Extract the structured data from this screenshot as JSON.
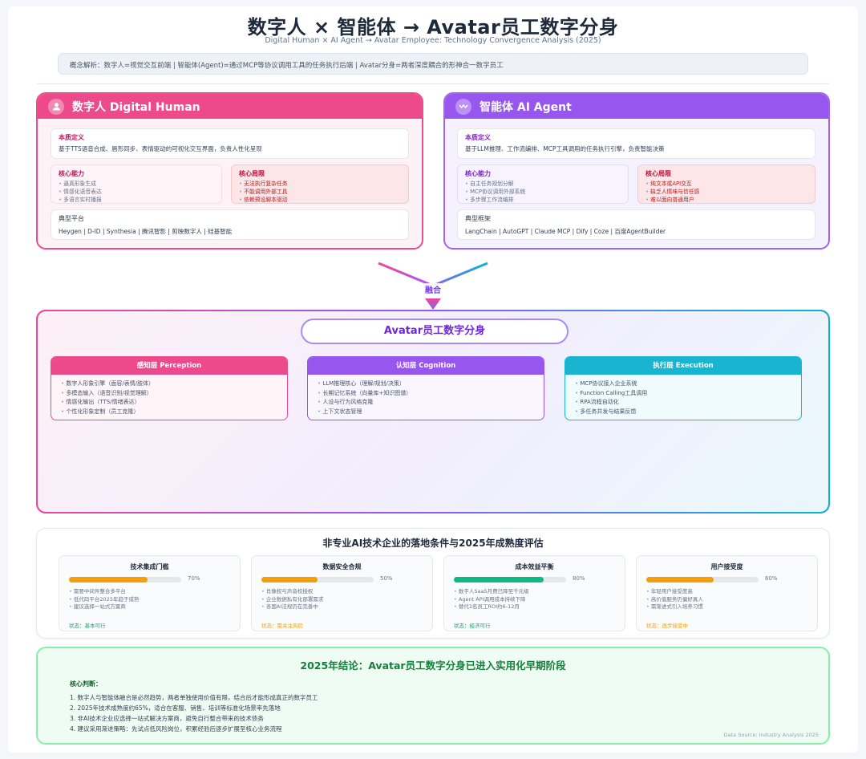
{
  "header": {
    "title": "数字人 × 智能体 → Avatar员工数字分身",
    "subtitle": "Digital Human × AI Agent → Avatar Employee: Technology Convergence Analysis (2025)",
    "concept": "概念解析：数字人=视觉交互前端 | 智能体(Agent)=通过MCP等协议调用工具的任务执行后端 | Avatar分身=两者深度耦合的形神合一数字员工"
  },
  "digital_human": {
    "title": "数字人 Digital Human",
    "icon": "user-icon",
    "definition_title": "本质定义",
    "definition": "基于TTS语音合成、唇形同步、表情驱动的可视化交互界面，负责人性化呈现",
    "capabilities_title": "核心能力",
    "capabilities": [
      "逼真形象生成",
      "情感化语音表达",
      "多语言实时播报"
    ],
    "limits_title": "核心局限",
    "limits": [
      "无法执行复杂任务",
      "不能调用外部工具",
      "依赖预设脚本驱动"
    ],
    "platforms_title": "典型平台",
    "platforms": "Heygen | D-ID | Synthesia | 腾讯智影 | 剪映数字人 | 硅基智能"
  },
  "ai_agent": {
    "title": "智能体 AI Agent",
    "icon": "agent-icon",
    "definition_title": "本质定义",
    "definition": "基于LLM推理、工作流编排、MCP工具调用的任务执行引擎，负责智能决策",
    "capabilities_title": "核心能力",
    "capabilities": [
      "自主任务规划分解",
      "MCP协议调用外部系统",
      "多步骤工作流编排"
    ],
    "limits_title": "核心局限",
    "limits": [
      "纯文本或API交互",
      "缺乏人情味与信任感",
      "难以面向普通用户"
    ],
    "frameworks_title": "典型框架",
    "frameworks": "LangChain | AutoGPT | Claude MCP | Dify | Coze | 百度AgentBuilder"
  },
  "merge": {
    "label": "融合"
  },
  "avatar": {
    "title": "Avatar员工数字分身",
    "layers": [
      {
        "title": "感知层 Perception",
        "items": [
          "数字人形象引擎（面容/表情/肢体）",
          "多模态输入（语音识别/视觉理解）",
          "情感化输出（TTS/情绪表达）",
          "个性化形象定制（员工克隆）"
        ]
      },
      {
        "title": "认知层 Cognition",
        "items": [
          "LLM推理核心（理解/规划/决策）",
          "长期记忆系统（向量库+知识图谱）",
          "人设与行为风格克隆",
          "上下文状态管理"
        ]
      },
      {
        "title": "执行层 Execution",
        "items": [
          "MCP协议接入企业系统",
          "Function Calling工具调用",
          "RPA流程自动化",
          "多任务并发与结果反馈"
        ]
      }
    ]
  },
  "maturity": {
    "title": "非专业AI技术企业的落地条件与2025年成熟度评估",
    "cards": [
      {
        "title": "技术集成门槛",
        "value": 70,
        "pct": "70%",
        "color": "#f59e0b",
        "items": [
          "需要中间件整合多平台",
          "低代码平台2025年趋于成熟",
          "建议选择一站式方案商"
        ],
        "status": "状态：基本可行",
        "status_color": "#22a06b"
      },
      {
        "title": "数据安全合规",
        "value": 50,
        "pct": "50%",
        "color": "#f59e0b",
        "items": [
          "肖像权与声音权授权",
          "企业数据私有化部署需求",
          "各国AI法规仍在完善中"
        ],
        "status": "状态：需关注风险",
        "status_color": "#f59e0b"
      },
      {
        "title": "成本效益平衡",
        "value": 80,
        "pct": "80%",
        "color": "#10b981",
        "items": [
          "数字人SaaS月费已降至千元级",
          "Agent API调用成本持续下降",
          "替代1名员工ROI约6-12月"
        ],
        "status": "状态：经济可行",
        "status_color": "#22a06b"
      },
      {
        "title": "用户接受度",
        "value": 60,
        "pct": "60%",
        "color": "#f59e0b",
        "items": [
          "年轻用户接受度高",
          "高价值服务仍偏好真人",
          "需渐进式引入培养习惯"
        ],
        "status": "状态：逐步接受中",
        "status_color": "#f59e0b"
      }
    ]
  },
  "conclusion": {
    "title": "2025年结论：Avatar员工数字分身已进入实用化早期阶段",
    "subtitle": "核心判断：",
    "items": [
      "1. 数字人与智能体融合是必然趋势，两者单独使用价值有限，结合后才能形成真正的数字员工",
      "2. 2025年技术成熟度约65%，适合在客服、销售、培训等标准化场景率先落地",
      "3. 非AI技术企业应选择一站式解决方案商，避免自行整合带来的技术债务",
      "4. 建议采用渐进策略：先试点低风险岗位，积累经验后逐步扩展至核心业务流程"
    ],
    "source": "Data Source: Industry Analysis 2025"
  },
  "colors": {
    "digital_human": "#ec4a8a",
    "agent": "#9757ef",
    "execution": "#18b4d0",
    "conclusion": "#15803d"
  }
}
